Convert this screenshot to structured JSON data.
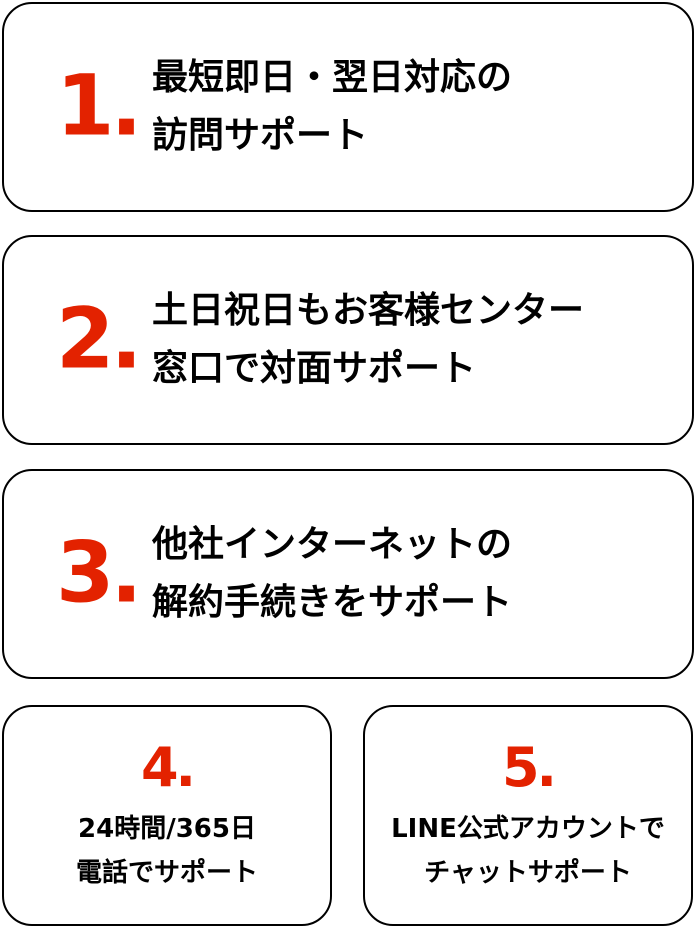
{
  "colors": {
    "number": "#E32200",
    "text": "#000000",
    "border": "#000000",
    "background": "#FFFFFF"
  },
  "features": [
    {
      "number": "1.",
      "line1": "最短即日・翌日対応の",
      "line2": "訪問サポート"
    },
    {
      "number": "2.",
      "line1": "土日祝日もお客様センター",
      "line2": "窓口で対面サポート"
    },
    {
      "number": "3.",
      "line1": "他社インターネットの",
      "line2": "解約手続きをサポート"
    },
    {
      "number": "4.",
      "line1": "24時間/365日",
      "line2": "電話でサポート"
    },
    {
      "number": "5.",
      "line1": "LINE公式アカウントで",
      "line2": "チャットサポート"
    }
  ]
}
